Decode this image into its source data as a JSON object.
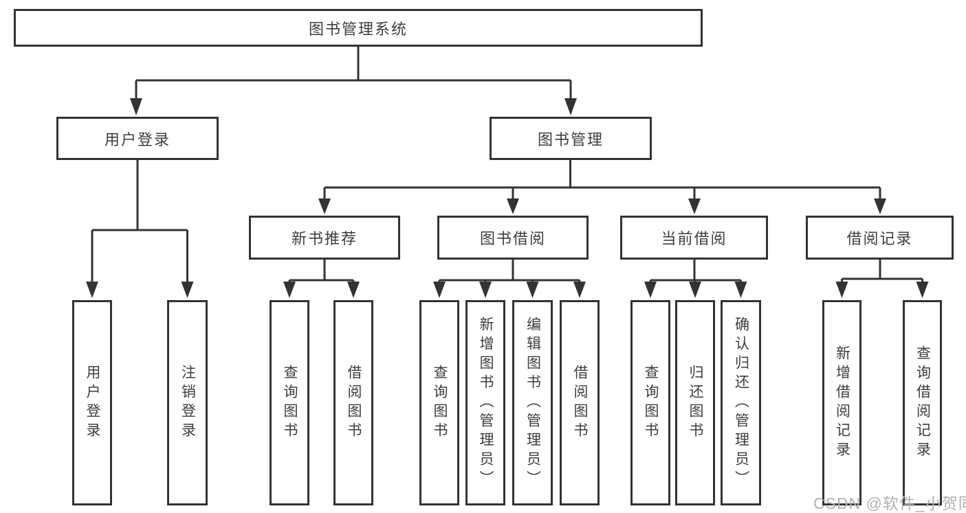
{
  "diagram": {
    "tree": {
      "label": "图书管理系统",
      "children": [
        {
          "label": "用户登录",
          "children": [
            {
              "label": "用户登录"
            },
            {
              "label": "注销登录"
            }
          ]
        },
        {
          "label": "图书管理",
          "children": [
            {
              "label": "新书推荐",
              "children": [
                {
                  "label": "查询图书"
                },
                {
                  "label": "借阅图书"
                }
              ]
            },
            {
              "label": "图书借阅",
              "children": [
                {
                  "label": "查询图书"
                },
                {
                  "label": "新增图书（管理员）"
                },
                {
                  "label": "编辑图书（管理员）"
                },
                {
                  "label": "借阅图书"
                }
              ]
            },
            {
              "label": "当前借阅",
              "children": [
                {
                  "label": "查询图书"
                },
                {
                  "label": "归还图书"
                },
                {
                  "label": "确认归还（管理员）"
                }
              ]
            },
            {
              "label": "借阅记录",
              "children": [
                {
                  "label": "新增借阅记录"
                },
                {
                  "label": "查询借阅记录"
                }
              ]
            }
          ]
        }
      ]
    },
    "watermark": {
      "text": "CSDN @软件_小贺同学"
    },
    "colors": {
      "line": "#333333",
      "text": "#3d3d3d",
      "watermark": "#b1b1b1",
      "background": "#ffffff"
    }
  }
}
